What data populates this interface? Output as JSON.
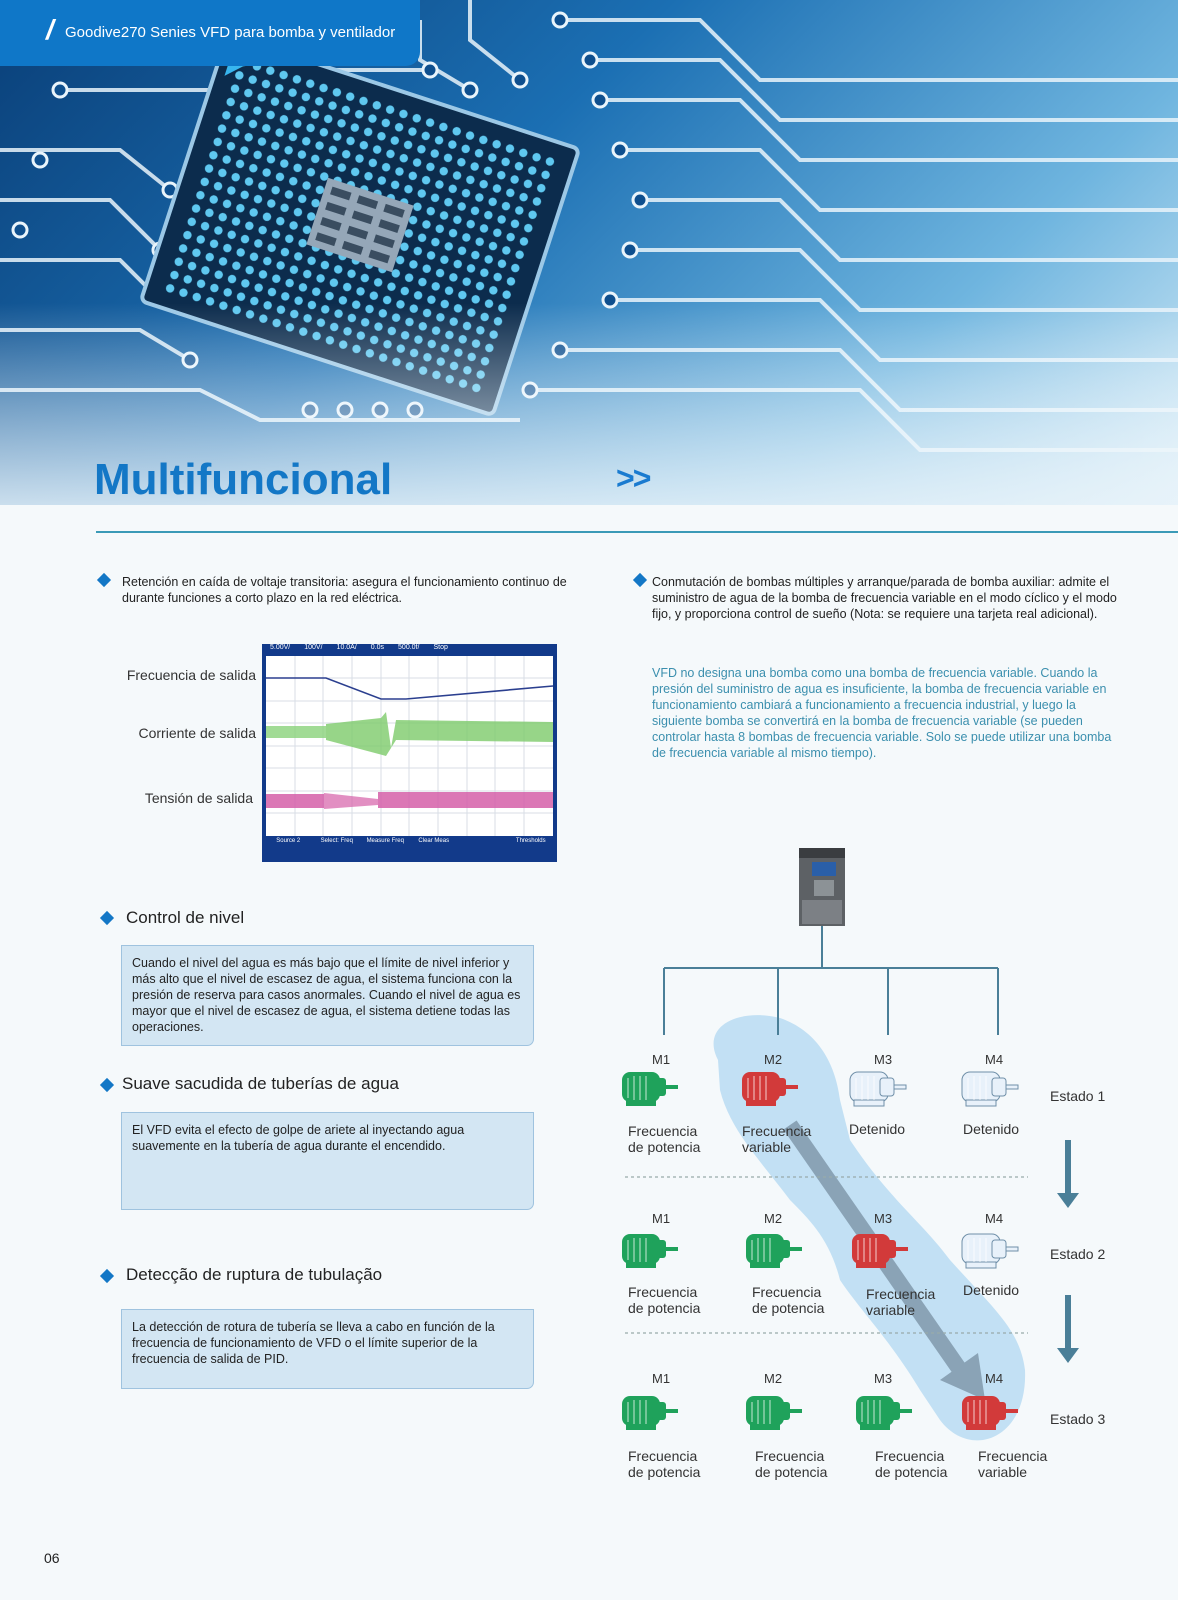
{
  "header": {
    "series": "Goodive270 Senies VFD para bomba y ventilador"
  },
  "page_title": "Multifuncional",
  "title_arrows": ">>",
  "sections": {
    "voltage_dip": "Retención en caída de voltaje transitoria: asegura el funcionamiento continuo de durante funciones a corto plazo en la red eléctrica.",
    "multi_pump": "Conmutación de bombas múltiples y arranque/parada de bomba auxiliar: admite el suministro de agua de la bomba de frecuencia variable en el modo cíclico y el modo fijo, y proporciona control de sueño (Nota: se requiere una tarjeta real adicional).",
    "multi_pump_note": "VFD no designa una bomba como una bomba de frecuencia variable. Cuando la presión del suministro de agua es insuficiente, la bomba de frecuencia variable en funcionamiento cambiará a funcionamiento a frecuencia industrial, y luego la siguiente bomba se convertirá en la bomba de frecuencia variable (se pueden controlar hasta 8 bombas de frecuencia variable. Solo se puede utilizar una bomba de frecuencia variable al mismo tiempo).",
    "level_control": {
      "title": "Control de nivel",
      "text": "Cuando el nivel del agua es más bajo que el límite de nivel inferior y más alto que el nivel de escasez de agua, el sistema funciona con la presión de reserva para casos anormales. Cuando el nivel de agua es mayor que el nivel de escasez de agua, el sistema detiene todas las operaciones."
    },
    "water_hammer": {
      "title": "Suave sacudida de tuberías de agua",
      "text": "El VFD evita el efecto de golpe de ariete al inyectando agua suavemente en la tubería de agua durante el encendido."
    },
    "pipe_rupture": {
      "title": "Detecção de ruptura de tubulação",
      "text": "La detección de rotura de tubería se lleva a cabo en función de la frecuencia de funcionamiento de VFD o el límite superior de la frecuencia de salida de PID."
    }
  },
  "oscilloscope": {
    "labels": [
      "Frecuencia de salida",
      "Corriente de salida",
      "Tensión de salida"
    ],
    "top_bar": [
      "5.00V/",
      "100V/",
      "10.0A/",
      "0.0s",
      "500.0f/",
      "Stop"
    ],
    "bottom_bar": [
      "Source 2",
      "Select: Freq",
      "Measure Freq",
      "Clear Meas",
      "",
      "Thresholds"
    ]
  },
  "pumps": {
    "motors": [
      "M1",
      "M2",
      "M3",
      "M4"
    ],
    "states": [
      {
        "label": "Estado 1",
        "pumps": [
          [
            "Frecuencia",
            "de potencia"
          ],
          [
            "Frecuencia",
            "variable"
          ],
          [
            "Detenido",
            ""
          ],
          [
            "Detenido",
            ""
          ]
        ]
      },
      {
        "label": "Estado 2",
        "pumps": [
          [
            "Frecuencia",
            "de potencia"
          ],
          [
            "Frecuencia",
            "de potencia"
          ],
          [
            "Frecuencia",
            "variable"
          ],
          [
            "Detenido",
            ""
          ]
        ]
      },
      {
        "label": "Estado 3",
        "pumps": [
          [
            "Frecuencia",
            "de potencia"
          ],
          [
            "Frecuencia",
            "de potencia"
          ],
          [
            "Frecuencia",
            "de potencia"
          ],
          [
            "Frecuencia",
            "variable"
          ]
        ]
      }
    ]
  },
  "page_number": "06",
  "colors": {
    "accent": "#1377c6",
    "power_pump": "#1fa25b",
    "variable_pump": "#d23a3a",
    "stopped_pump": "#e8f1fa",
    "note_text": "#3b8fae"
  }
}
